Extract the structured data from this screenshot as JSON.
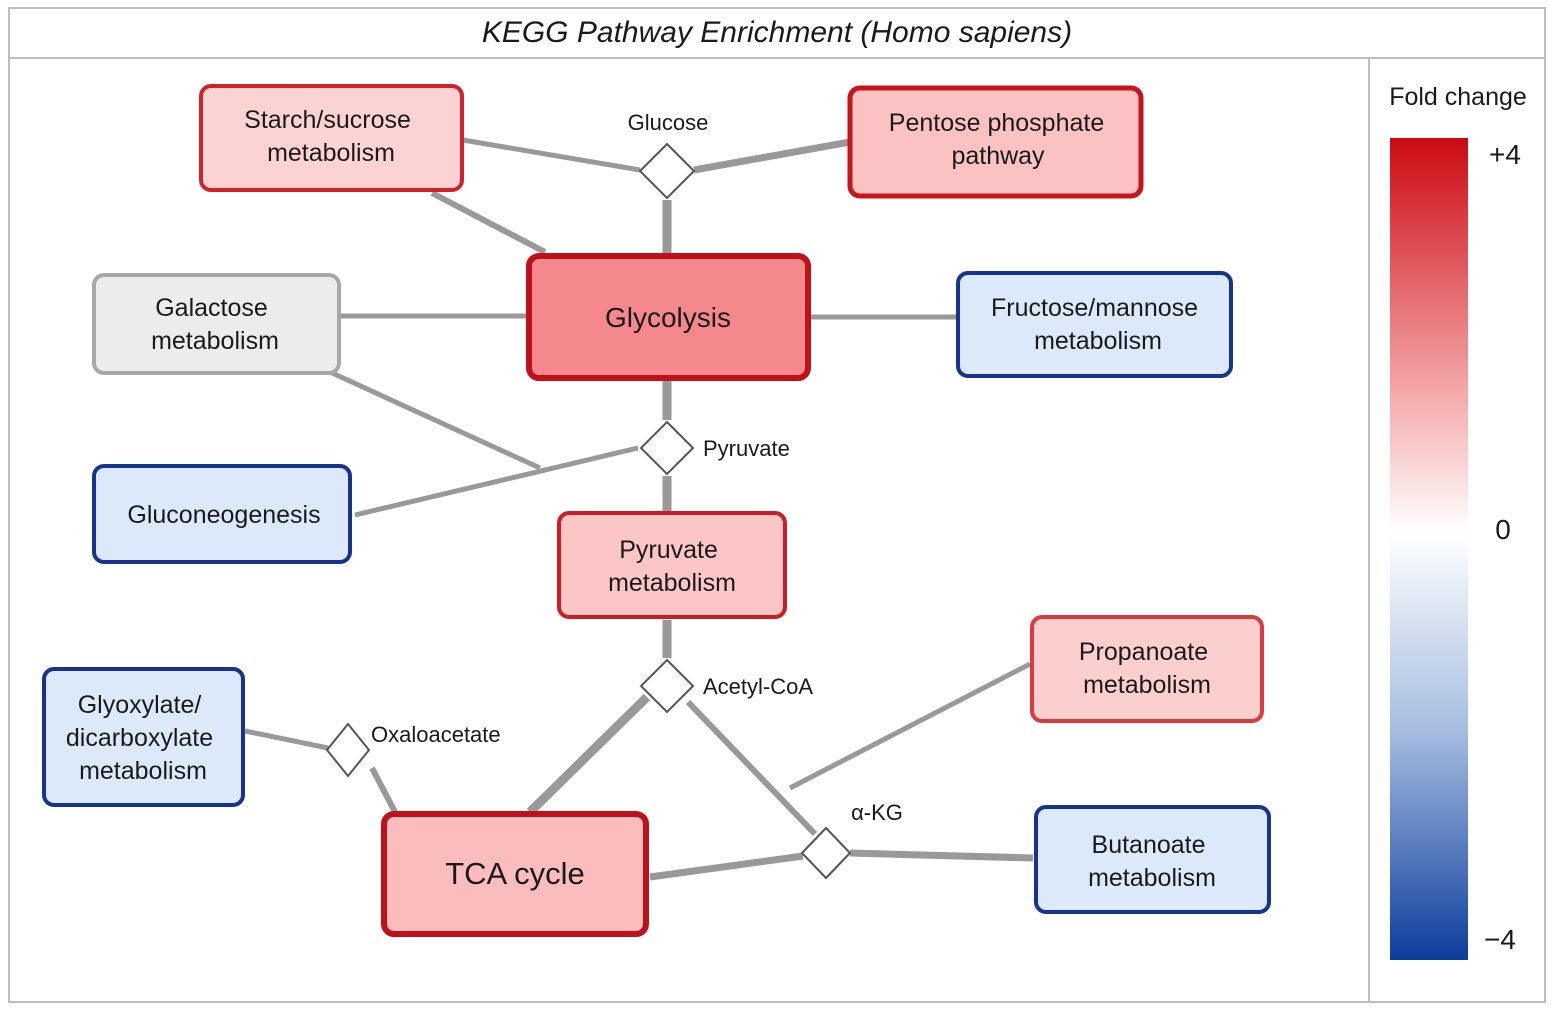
{
  "title": "KEGG Pathway Enrichment (Homo sapiens)",
  "pathways": [
    {
      "id": "starch",
      "lines": [
        "Starch/sucrose",
        "metabolism"
      ],
      "fill": "#fcd3d3",
      "stroke": "#d0222a",
      "level": "up"
    },
    {
      "id": "pentose",
      "lines": [
        "Pentose phosphate",
        "pathway"
      ],
      "fill": "#fbc2c3",
      "stroke": "#c8141d",
      "level": "up"
    },
    {
      "id": "glycolysis",
      "lines": [
        "Glycolysis"
      ],
      "fill": "#f4888c",
      "stroke": "#c0101a",
      "level": "strong-up"
    },
    {
      "id": "galactose",
      "lines": [
        "Galactose",
        "metabolism"
      ],
      "fill": "#ececec",
      "stroke": "#a8a8a8",
      "level": "neutral"
    },
    {
      "id": "fructose",
      "lines": [
        "Fructose/mannose",
        "metabolism"
      ],
      "fill": "#dce9fb",
      "stroke": "#15338f",
      "level": "down"
    },
    {
      "id": "gluconeo",
      "lines": [
        "Gluconeogenesis"
      ],
      "fill": "#dce9fb",
      "stroke": "#15338f",
      "level": "down"
    },
    {
      "id": "pyrmet",
      "lines": [
        "Pyruvate",
        "metabolism"
      ],
      "fill": "#fcc6c7",
      "stroke": "#cc1c24",
      "level": "up"
    },
    {
      "id": "propanoate",
      "lines": [
        "Propanoate",
        "metabolism"
      ],
      "fill": "#fccfcf",
      "stroke": "#dc3a3f",
      "level": "up"
    },
    {
      "id": "glyoxylate",
      "lines": [
        "Glyoxylate/",
        "dicarboxylate",
        "metabolism"
      ],
      "fill": "#dce9fb",
      "stroke": "#15338f",
      "level": "down"
    },
    {
      "id": "tca",
      "lines": [
        "TCA cycle"
      ],
      "fill": "#fbbcbe",
      "stroke": "#c0101a",
      "level": "up"
    },
    {
      "id": "butanoate",
      "lines": [
        "Butanoate",
        "metabolism"
      ],
      "fill": "#dce9fb",
      "stroke": "#15338f",
      "level": "down"
    }
  ],
  "metabolites": [
    {
      "id": "glucose",
      "label": "Glucose"
    },
    {
      "id": "pyruvate",
      "label": "Pyruvate"
    },
    {
      "id": "acetylcoa",
      "label": "Acetyl-CoA"
    },
    {
      "id": "oxaloacetate",
      "label": "Oxaloacetate"
    },
    {
      "id": "akg",
      "label": "α-KG"
    }
  ],
  "edge_color": "#999999",
  "legend": {
    "title": "Fold change",
    "max_label": "+4",
    "mid_label": "0",
    "min_label": "−4",
    "colors": [
      "#cc0a12",
      "#f3a4a6",
      "#ffffff",
      "#a6bde0",
      "#0d3d9c"
    ]
  }
}
